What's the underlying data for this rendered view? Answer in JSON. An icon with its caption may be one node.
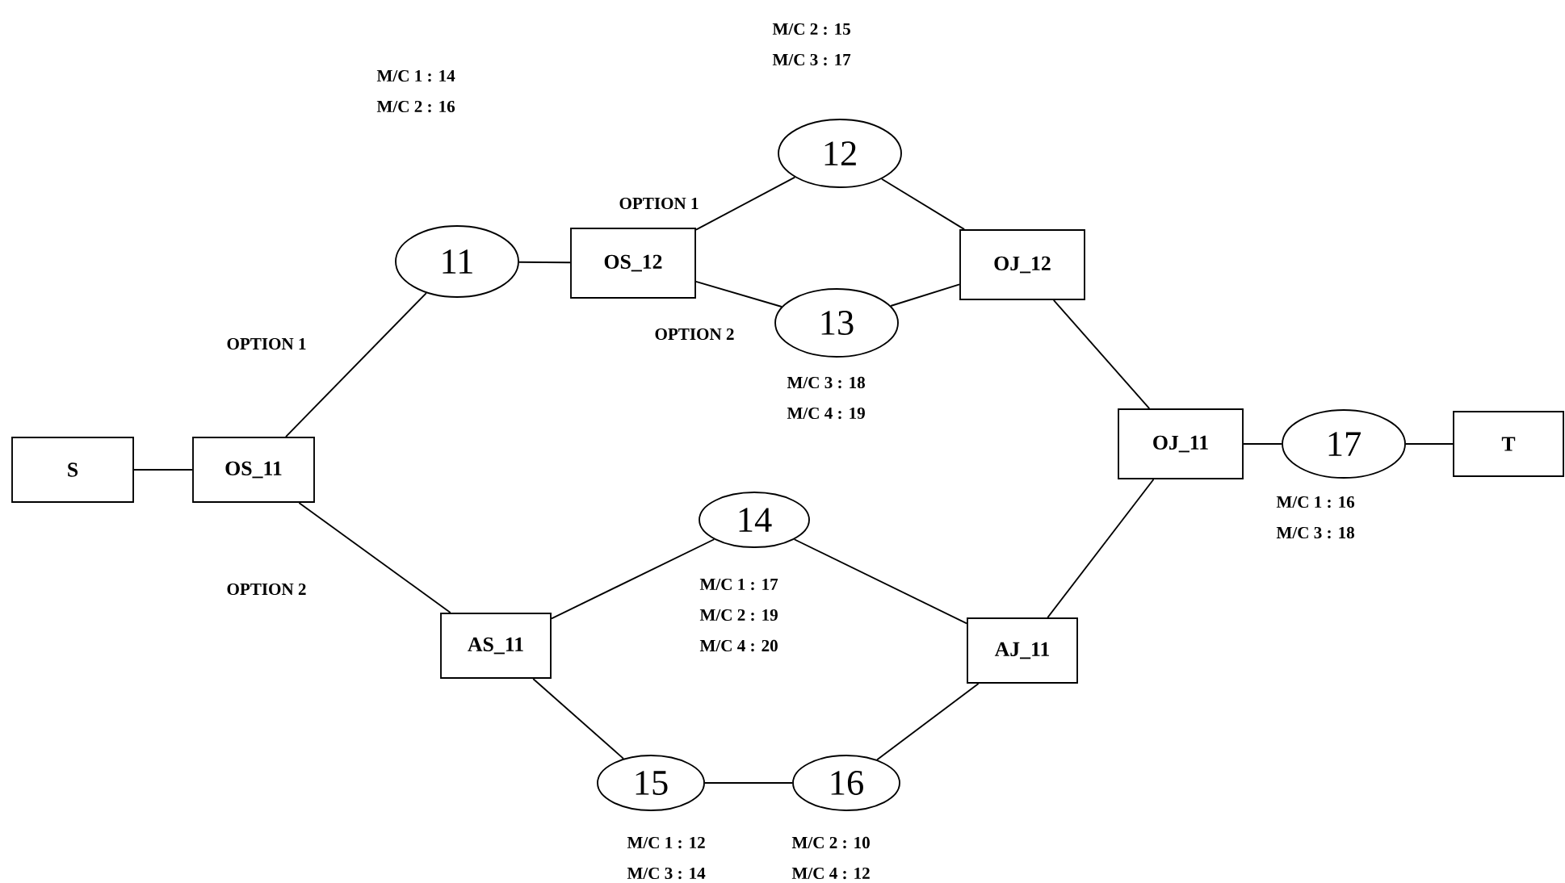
{
  "diagram": {
    "nodes": [
      {
        "text": [
          "S"
        ]
      },
      {
        "text": [
          "OS_11"
        ]
      },
      {
        "text": [
          "11"
        ],
        "beside": [
          "M/C 1 : 14",
          "M/C 2 : 16"
        ]
      },
      {
        "text": [
          "OS_12"
        ]
      },
      {
        "text": [
          "12"
        ],
        "beside": [
          "M/C 2 : 15",
          "M/C 3 : 17"
        ]
      },
      {
        "text": [
          "13"
        ],
        "beside": [
          "M/C 3 : 18",
          "M/C 4 : 19"
        ]
      },
      {
        "text": [
          "OJ_12"
        ]
      },
      {
        "text": [
          "OJ_11"
        ]
      },
      {
        "text": [
          "17"
        ],
        "beside": [
          "M/C 1 : 16",
          "M/C 3 : 18"
        ]
      },
      {
        "text": [
          "T"
        ]
      },
      {
        "text": [
          "AS_11"
        ]
      },
      {
        "text": [
          "14"
        ],
        "beside": [
          "M/C 1 : 17",
          "M/C 2 : 19",
          "M/C 4 : 20"
        ]
      },
      {
        "text": [
          "AJ_11"
        ]
      },
      {
        "text": [
          "15"
        ],
        "beside": [
          "M/C 1 : 12",
          "M/C 3 : 14"
        ]
      },
      {
        "text": [
          "16"
        ],
        "beside": [
          "M/C 2 : 10",
          "M/C 4 : 12"
        ]
      }
    ],
    "edges": [
      {
        "from": 0,
        "to": 1,
        "arrow": "none"
      },
      {
        "from": 1,
        "to": 2,
        "arrow": "none",
        "label": "OPTION 1"
      },
      {
        "from": 2,
        "to": 3,
        "arrow": "none"
      },
      {
        "from": 3,
        "to": 4,
        "arrow": "none",
        "label": "OPTION 1"
      },
      {
        "from": 3,
        "to": 5,
        "arrow": "none",
        "label": "OPTION 2"
      },
      {
        "from": 4,
        "to": 6,
        "arrow": "none"
      },
      {
        "from": 5,
        "to": 6,
        "arrow": "none"
      },
      {
        "from": 6,
        "to": 7,
        "arrow": "none"
      },
      {
        "from": 7,
        "to": 8,
        "arrow": "none"
      },
      {
        "from": 8,
        "to": 9,
        "arrow": "none"
      },
      {
        "from": 1,
        "to": 10,
        "arrow": "none",
        "label": "OPTION 2"
      },
      {
        "from": 10,
        "to": 11,
        "arrow": "none"
      },
      {
        "from": 10,
        "to": 13,
        "arrow": "none"
      },
      {
        "from": 13,
        "to": 14,
        "arrow": "none"
      },
      {
        "from": 11,
        "to": 12,
        "arrow": "none"
      },
      {
        "from": 14,
        "to": 12,
        "arrow": "none"
      },
      {
        "from": 12,
        "to": 7,
        "arrow": "none"
      }
    ]
  }
}
